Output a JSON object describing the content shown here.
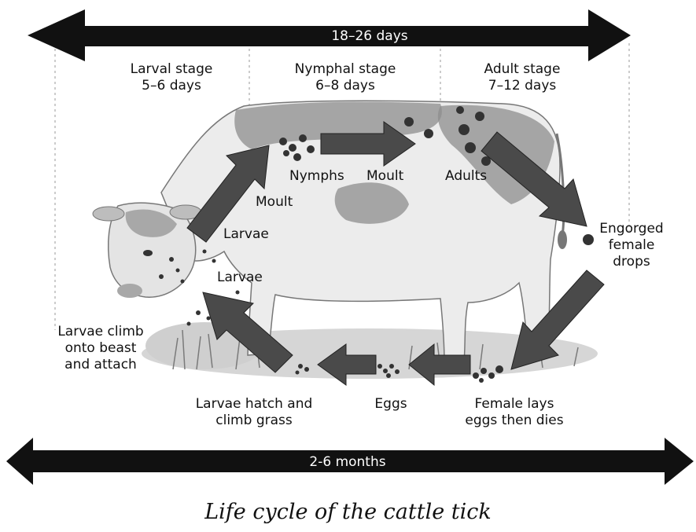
{
  "top_bar": {
    "label": "18–26 days"
  },
  "bottom_bar": {
    "label": "2-6 months"
  },
  "stages": {
    "larval": {
      "title": "Larval stage",
      "duration": "5–6 days"
    },
    "nymphal": {
      "title": "Nymphal stage",
      "duration": "6–8 days"
    },
    "adult": {
      "title": "Adult stage",
      "duration": "7–12 days"
    }
  },
  "labels": {
    "nymphs": "Nymphs",
    "moult_top": "Moult",
    "adults": "Adults",
    "moult_left": "Moult",
    "larvae_upper": "Larvae",
    "larvae_lower": "Larvae",
    "engorged": [
      "Engorged",
      "female",
      "drops"
    ],
    "climb": [
      "Larvae climb",
      "onto beast",
      "and attach"
    ],
    "hatch": [
      "Larvae hatch and",
      "climb grass"
    ],
    "eggs": "Eggs",
    "female_lays": [
      "Female lays",
      "eggs then dies"
    ]
  },
  "caption": "Life cycle of the cattle tick",
  "colors": {
    "bar": "#111111",
    "arrow": "#4a4a4a",
    "cow_patch": "#8e8e8e",
    "cow_body": "#ececec"
  }
}
